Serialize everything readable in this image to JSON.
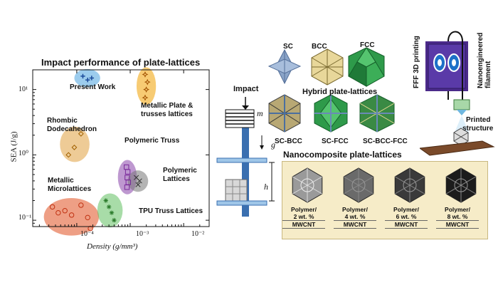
{
  "chart_data": {
    "type": "scatter",
    "title": "Impact performance of plate-lattices",
    "xlabel": "Density (g/mm³)",
    "ylabel": "SEA (J/g)",
    "xscale": "log",
    "yscale": "log",
    "xlim": [
      1.5e-05,
      0.03
    ],
    "ylim": [
      0.08,
      20
    ],
    "xticks": [
      "10⁻⁴",
      "10⁻³",
      "10⁻²"
    ],
    "yticks": [
      "10⁻¹",
      "10⁰",
      "10¹"
    ],
    "groups": [
      {
        "name": "Present Work",
        "color": "#4aa3df",
        "marker": "plus",
        "points": [
          [
            0.00013,
            16
          ],
          [
            0.00016,
            14
          ],
          [
            0.00019,
            15
          ]
        ]
      },
      {
        "name": "Metallic Plate & trusses lattices",
        "color": "#f0a000",
        "marker": "star",
        "points": [
          [
            0.0019,
            17
          ],
          [
            0.0021,
            13
          ],
          [
            0.002,
            10
          ],
          [
            0.0019,
            7.5
          ]
        ]
      },
      {
        "name": "Rhombic Dodecahedron",
        "color": "#e0a040",
        "marker": "diamond",
        "points": [
          [
            0.00012,
            2.1
          ],
          [
            9e-05,
            1.3
          ],
          [
            7e-05,
            1.0
          ]
        ]
      },
      {
        "name": "Polymeric Truss",
        "color": "#8844aa",
        "marker": "square",
        "points": [
          [
            0.00085,
            0.65
          ],
          [
            0.0009,
            0.55
          ],
          [
            0.00088,
            0.45
          ],
          [
            0.00092,
            0.38
          ],
          [
            0.00087,
            0.32
          ]
        ]
      },
      {
        "name": "Polymeric Lattices",
        "color": "#777777",
        "marker": "x",
        "points": [
          [
            0.0013,
            0.45
          ],
          [
            0.0015,
            0.4
          ],
          [
            0.0014,
            0.35
          ]
        ]
      },
      {
        "name": "Metallic Microlattices",
        "color": "#e05020",
        "marker": "circle",
        "points": [
          [
            3.5e-05,
            0.16
          ],
          [
            4.5e-05,
            0.13
          ],
          [
            6e-05,
            0.14
          ],
          [
            8e-05,
            0.12
          ],
          [
            0.00012,
            0.17
          ],
          [
            0.00016,
            0.11
          ],
          [
            0.00018,
            0.075
          ]
        ]
      },
      {
        "name": "TPU Truss Lattices",
        "color": "#60c060",
        "marker": "asterisk",
        "points": [
          [
            0.00035,
            0.2
          ],
          [
            0.0004,
            0.16
          ],
          [
            0.00045,
            0.13
          ],
          [
            0.0005,
            0.1
          ]
        ]
      }
    ]
  },
  "impact": {
    "label": "Impact",
    "m": "m",
    "g": "g",
    "h": "h"
  },
  "lattices": {
    "sc": "SC",
    "bcc": "BCC",
    "fcc": "FCC",
    "hybrid_title": "Hybrid plate-lattices",
    "sc_bcc": "SC-BCC",
    "sc_fcc": "SC-FCC",
    "sc_bcc_fcc": "SC-BCC-FCC"
  },
  "printing": {
    "fff": "FFF 3D printing",
    "filament": "Nanoengineered filament",
    "printed_line1": "Printed",
    "printed_line2": "structure"
  },
  "nano": {
    "title": "Nanocomposite plate-lattices",
    "cards": [
      {
        "line1": "Polymer/",
        "line2": "2 wt. %",
        "line3": "MWCNT",
        "shade": "#9a9a9a"
      },
      {
        "line1": "Polymer/",
        "line2": "4 wt. %",
        "line3": "MWCNT",
        "shade": "#6a6a6a"
      },
      {
        "line1": "Polymer/",
        "line2": "6 wt. %",
        "line3": "MWCNT",
        "shade": "#3a3a3a"
      },
      {
        "line1": "Polymer/",
        "line2": "8 wt. %",
        "line3": "MWCNT",
        "shade": "#1c1c1c"
      }
    ]
  }
}
